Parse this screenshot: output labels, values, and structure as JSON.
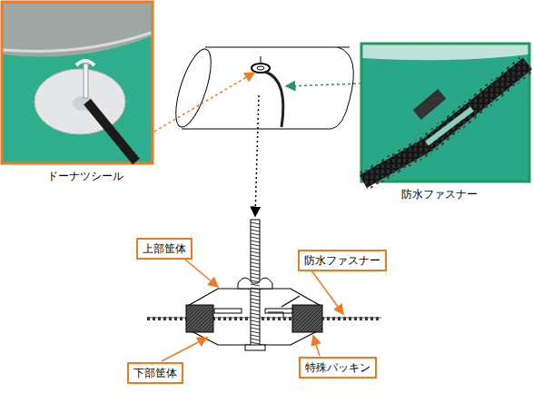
{
  "diagram": {
    "nodes": [
      {
        "text": [
          "上部筐体"
        ]
      },
      {
        "text": [
          "防水ファスナー"
        ]
      },
      {
        "text": [
          "下部筐体"
        ]
      },
      {
        "text": [
          "特殊パッキン"
        ]
      }
    ],
    "labels": [
      "ドーナツシール",
      "防水ファスナー"
    ]
  }
}
